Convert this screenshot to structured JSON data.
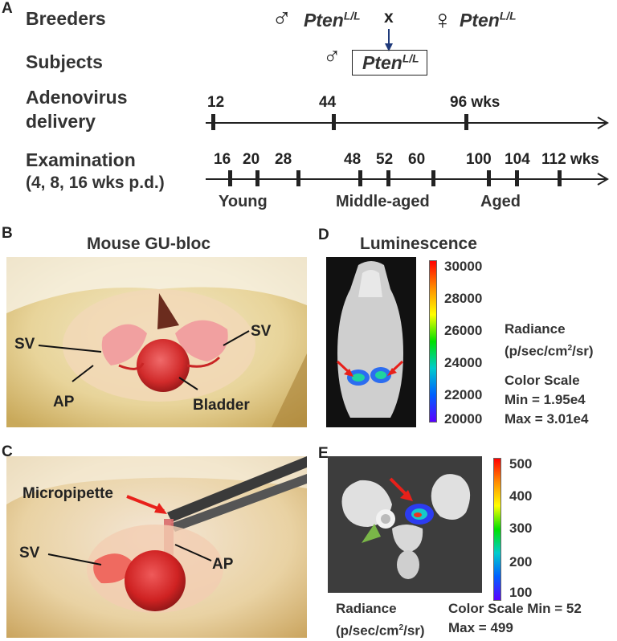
{
  "panel_a": {
    "letter": "A",
    "breeders_label": "Breeders",
    "male_symbol": "♂",
    "female_symbol": "♀",
    "gene_base": "Pten",
    "gene_sup": "L/L",
    "cross_symbol": "x",
    "subjects_label": "Subjects",
    "adenovirus_line1": "Adenovirus",
    "adenovirus_line2": "delivery",
    "delivery_ticks": [
      "12",
      "44",
      "96 wks"
    ],
    "examination_line1": "Examination",
    "examination_line2": "(4, 8, 16 wks p.d.)",
    "exam_ticks": [
      "16",
      "20",
      "28",
      "48",
      "52",
      "60",
      "100",
      "104",
      "112 wks"
    ],
    "phases": [
      "Young",
      "Middle-aged",
      "Aged"
    ]
  },
  "panel_b": {
    "letter": "B",
    "title": "Mouse GU-bloc",
    "labels": {
      "sv_left": "SV",
      "sv_right": "SV",
      "ap": "AP",
      "bladder": "Bladder"
    }
  },
  "panel_c": {
    "letter": "C",
    "labels": {
      "micropipette": "Micropipette",
      "sv": "SV",
      "ap": "AP"
    }
  },
  "panel_d": {
    "letter": "D",
    "title": "Luminescence",
    "scale_values": [
      "30000",
      "28000",
      "26000",
      "24000",
      "22000",
      "20000"
    ],
    "radiance_line1": "Radiance",
    "radiance_line2_pre": "(p/sec/cm",
    "radiance_line2_sup": "2",
    "radiance_line2_post": "/sr)",
    "color_scale_title": "Color Scale",
    "min_text": "Min = 1.95e4",
    "max_text": "Max = 3.01e4"
  },
  "panel_e": {
    "letter": "E",
    "scale_values": [
      "500",
      "400",
      "300",
      "200",
      "100"
    ],
    "radiance_line1": "Radiance",
    "radiance_line2_pre": "(p/sec/cm",
    "radiance_line2_sup": "2",
    "radiance_line2_post": "/sr)",
    "color_scale_min_text": "Color Scale Min = 52",
    "max_text": "Max = 499"
  },
  "colors": {
    "arrow_red": "#e8201a",
    "arrowhead_green": "#7ab648",
    "axis": "#222222",
    "cross_arrow": "#1f3a7a"
  }
}
